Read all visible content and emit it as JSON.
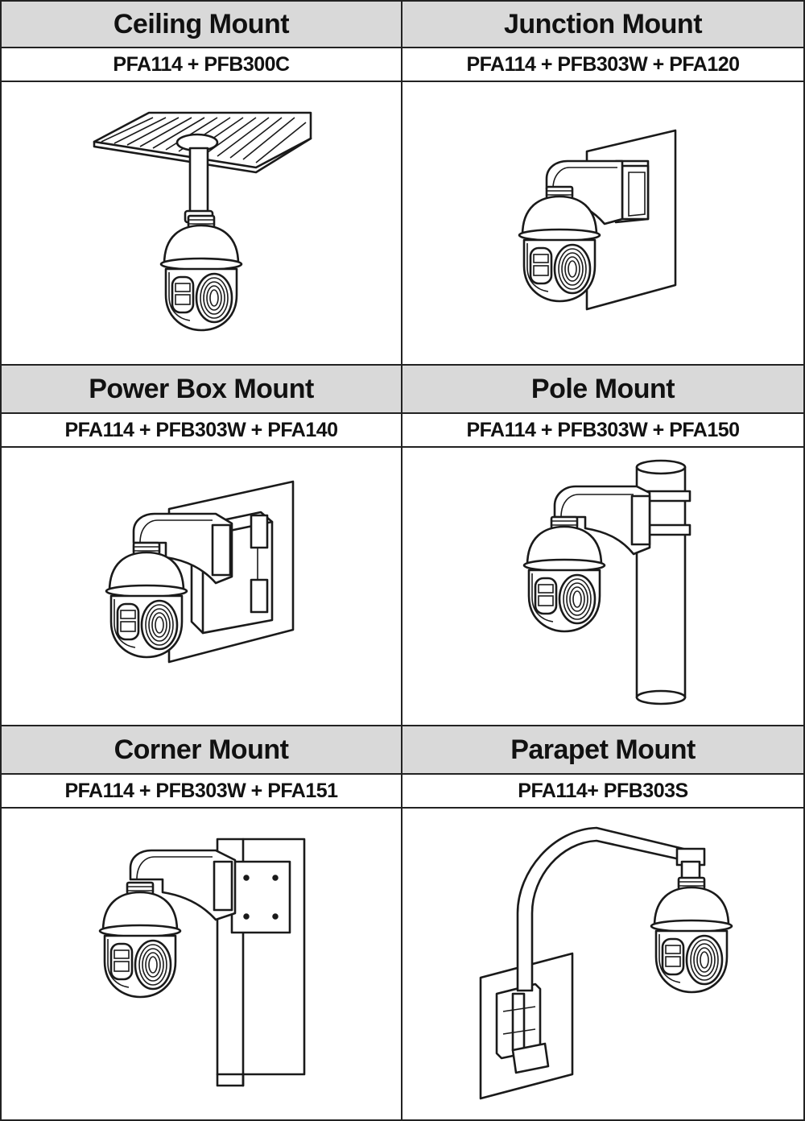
{
  "mounts": [
    {
      "title": "Ceiling Mount",
      "code": "PFA114 + PFB300C"
    },
    {
      "title": "Junction Mount",
      "code": "PFA114 + PFB303W + PFA120"
    },
    {
      "title": "Power Box Mount",
      "code": "PFA114 + PFB303W  + PFA140"
    },
    {
      "title": "Pole Mount",
      "code": "PFA114 + PFB303W + PFA150"
    },
    {
      "title": "Corner Mount",
      "code": "PFA114 + PFB303W + PFA151"
    },
    {
      "title": "Parapet Mount",
      "code": "PFA114+ PFB303S"
    }
  ]
}
